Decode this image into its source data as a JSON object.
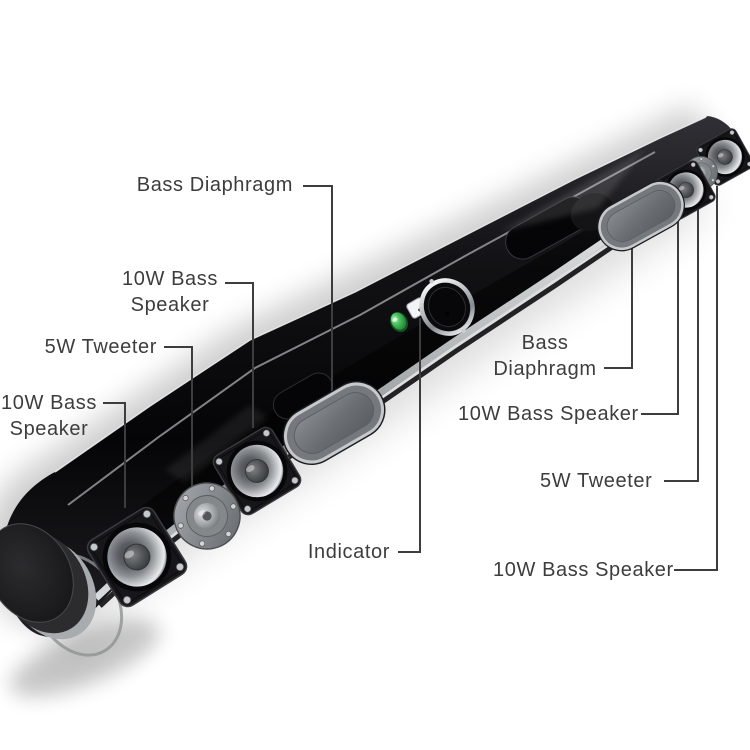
{
  "diagram_title": "Soundbar internal components callout diagram",
  "callouts": {
    "bass_diaphragm_left": {
      "label": "Bass Diaphragm"
    },
    "bass_speaker_upper_left": {
      "lines": [
        "10W Bass",
        "Speaker"
      ]
    },
    "tweeter_left": {
      "label": "5W Tweeter"
    },
    "bass_speaker_lower_left": {
      "lines": [
        "10W Bass",
        "Speaker"
      ]
    },
    "indicator": {
      "label": "Indicator"
    },
    "bass_diaphragm_right": {
      "lines": [
        "Bass",
        "Diaphragm"
      ]
    },
    "bass_speaker_upper_right": {
      "label": "10W Bass Speaker"
    },
    "tweeter_right": {
      "label": "5W Tweeter"
    },
    "bass_speaker_lower_right": {
      "label": "10W Bass Speaker"
    }
  },
  "colors": {
    "background": "#ffffff",
    "label_text": "#3d3d3d",
    "callout_line": "#3d3d3d",
    "bar_black": "#0b0b0d",
    "chrome": "#d6d8da",
    "speaker_cone_silver": "#c9cccf",
    "oval_diaphragm_gray": "#75797d",
    "led_green": "#3fae4c",
    "indicator_white": "#f3f4f5"
  }
}
